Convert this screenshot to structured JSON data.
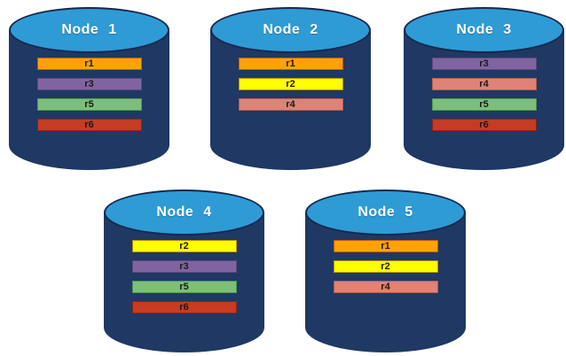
{
  "colors": {
    "body": "#1F3864",
    "top": "#2E9BD5",
    "top_border": "#16294D",
    "node_label_text": "#FFFFFF",
    "bar_text": "#1A1A1A"
  },
  "nodes": [
    {
      "label": "Node 1",
      "replicas": [
        {
          "label": "r1",
          "bg": "#FFA200",
          "border": "#C55A11"
        },
        {
          "label": "r3",
          "bg": "#8064A2",
          "border": "#60497B"
        },
        {
          "label": "r5",
          "bg": "#7DBE7D",
          "border": "#4E9A4E"
        },
        {
          "label": "r6",
          "bg": "#C63C22",
          "border": "#8E2418"
        }
      ]
    },
    {
      "label": "Node 2",
      "replicas": [
        {
          "label": "r1",
          "bg": "#FFA200",
          "border": "#C55A11"
        },
        {
          "label": "r2",
          "bg": "#FFFF00",
          "border": "#BF9000"
        },
        {
          "label": "r4",
          "bg": "#DF8277",
          "border": "#B45F4D"
        }
      ]
    },
    {
      "label": "Node 3",
      "replicas": [
        {
          "label": "r3",
          "bg": "#8064A2",
          "border": "#60497B"
        },
        {
          "label": "r4",
          "bg": "#DF8277",
          "border": "#B45F4D"
        },
        {
          "label": "r5",
          "bg": "#7DBE7D",
          "border": "#4E9A4E"
        },
        {
          "label": "r6",
          "bg": "#C63C22",
          "border": "#8E2418"
        }
      ]
    },
    {
      "label": "Node 4",
      "replicas": [
        {
          "label": "r2",
          "bg": "#FFFF00",
          "border": "#BF9000"
        },
        {
          "label": "r3",
          "bg": "#8064A2",
          "border": "#60497B"
        },
        {
          "label": "r5",
          "bg": "#7DBE7D",
          "border": "#4E9A4E"
        },
        {
          "label": "r6",
          "bg": "#C63C22",
          "border": "#8E2418"
        }
      ]
    },
    {
      "label": "Node 5",
      "replicas": [
        {
          "label": "r1",
          "bg": "#FFA200",
          "border": "#C55A11"
        },
        {
          "label": "r2",
          "bg": "#FFFF00",
          "border": "#BF9000"
        },
        {
          "label": "r4",
          "bg": "#DF8277",
          "border": "#B45F4D"
        }
      ]
    }
  ]
}
